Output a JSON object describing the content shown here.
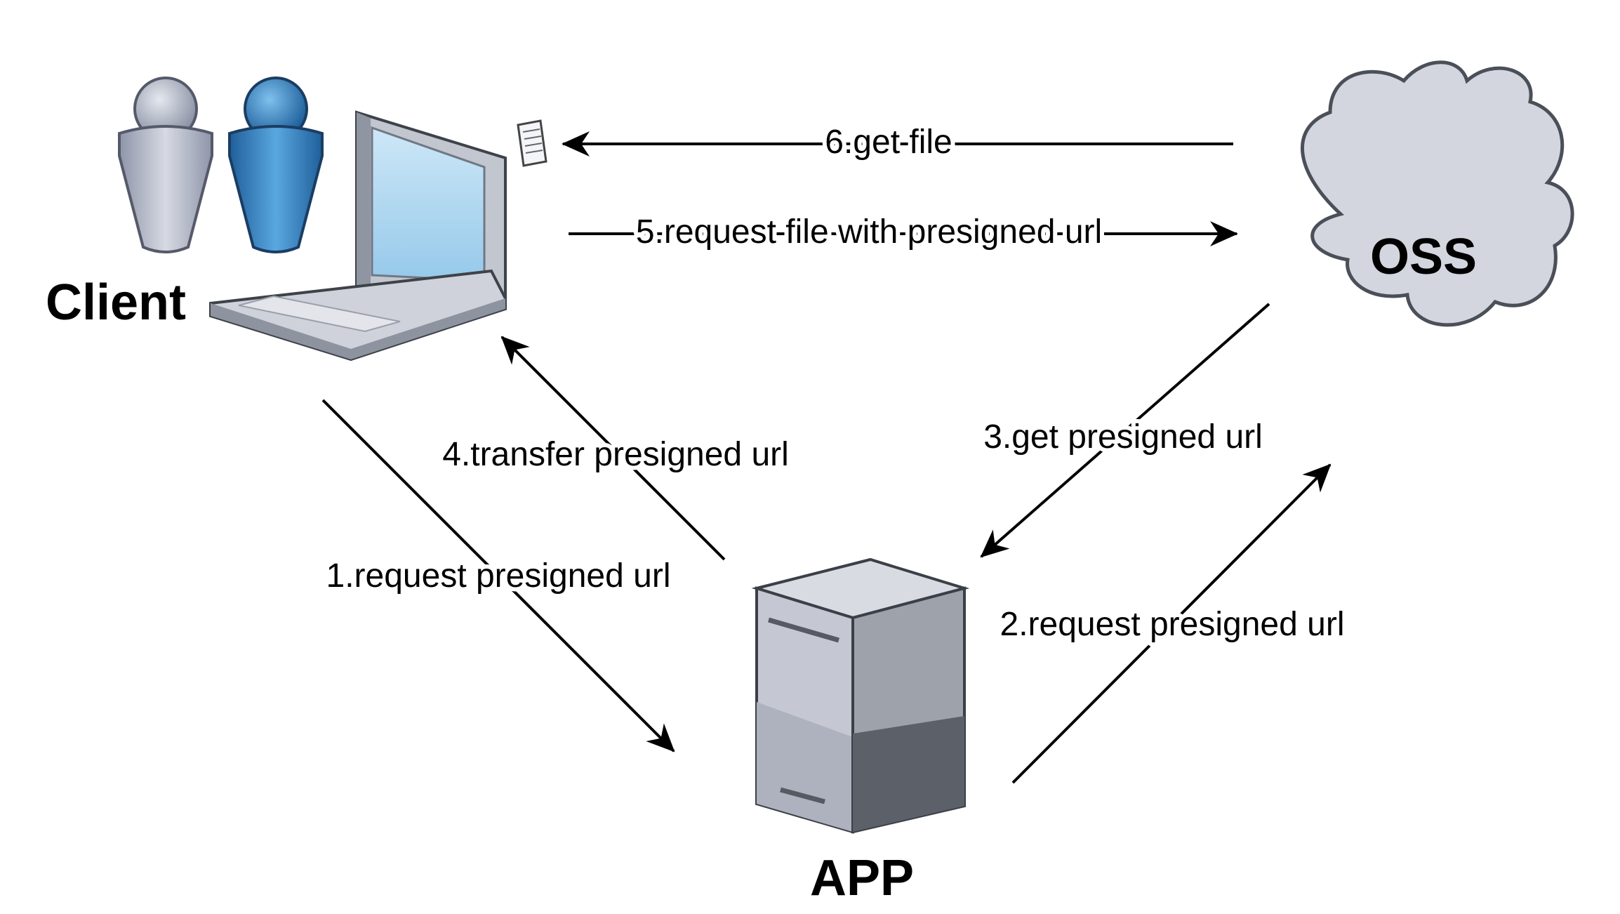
{
  "nodes": {
    "client": {
      "label": "Client"
    },
    "app": {
      "label": "APP"
    },
    "oss": {
      "label": "OSS"
    }
  },
  "edges": {
    "e1": {
      "label": "1.request presigned url",
      "from": "Client",
      "to": "APP"
    },
    "e2": {
      "label": "2.request presigned url",
      "from": "APP",
      "to": "OSS"
    },
    "e3": {
      "label": "3.get presigned url",
      "from": "OSS",
      "to": "APP"
    },
    "e4": {
      "label": "4.transfer presigned url",
      "from": "APP",
      "to": "Client"
    },
    "e5": {
      "label": "5.request file with presigned url",
      "from": "Client",
      "to": "OSS"
    },
    "e6": {
      "label": "6.get file",
      "from": "OSS",
      "to": "Client"
    }
  },
  "icons": [
    "users-icon",
    "laptop-icon",
    "document-icon",
    "server-icon",
    "cloud-icon"
  ],
  "colors": {
    "user_gray": "#a7adbd",
    "user_blue": "#2f7fc2",
    "laptop_screen": "#a9d4f0",
    "server_light": "#c9ccd6",
    "server_dark": "#5c6068",
    "cloud_fill": "#d3d6de",
    "cloud_stroke": "#4a4f58"
  }
}
